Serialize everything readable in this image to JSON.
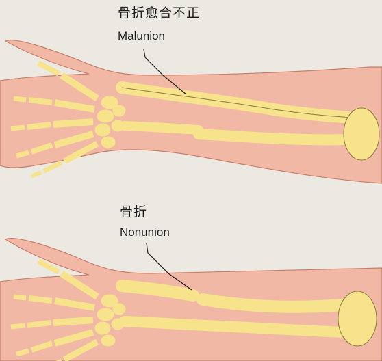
{
  "panels": [
    {
      "id": "malunion",
      "label_zh": "骨折愈合不正",
      "label_en": "Malunion"
    },
    {
      "id": "nonunion",
      "label_zh": "骨折",
      "label_en": "Nonunion"
    }
  ],
  "colors": {
    "background": "#ece9e3",
    "skin": "#f1b9a5",
    "skin_outline": "#c97e6a",
    "bone": "#f6e38c",
    "bone_outline": "#8a7a3a",
    "leader_line": "#1c1c1c"
  }
}
